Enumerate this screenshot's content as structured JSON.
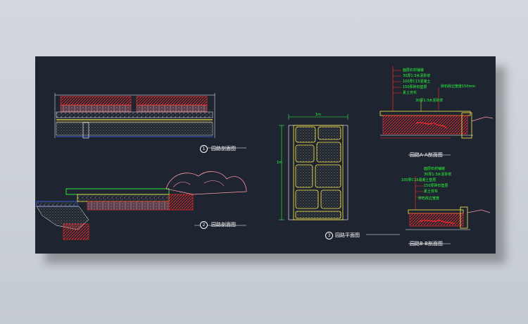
{
  "drawing": {
    "colors": {
      "background": "#1e2530",
      "red": "#ff2a2a",
      "green": "#29ff3a",
      "yellow": "#ffe94a",
      "white": "#ffffff",
      "blue": "#3b6bff",
      "pink": "#ff9aa8"
    },
    "details": [
      {
        "number": "1",
        "title": "园路剖面图"
      },
      {
        "number": "2",
        "title": "园路剖面图"
      },
      {
        "number": "3",
        "title": "园路平面图"
      },
      {
        "number": "",
        "title": "园路A-A剖面图"
      },
      {
        "number": "",
        "title": "园路B-B剖面图"
      }
    ],
    "annotations_a": [
      "面层石材铺装",
      "30厚1:3水泥砂浆",
      "100厚C15混凝土",
      "150厚碎石垫层",
      "素土夯实"
    ],
    "annotations_a_side": "卵石收边宽度150mm",
    "annotations_a_mid": "30厚1:3水泥砂浆",
    "annotations_b": [
      "面层石材铺装",
      "30厚1:3水泥砂浆",
      "100厚C15混凝土垫层",
      "150厚碎石垫层",
      "素土夯实"
    ],
    "annotations_b_top": "卵石收边宽度",
    "dims": {
      "top": "1m",
      "side": "1m"
    }
  }
}
